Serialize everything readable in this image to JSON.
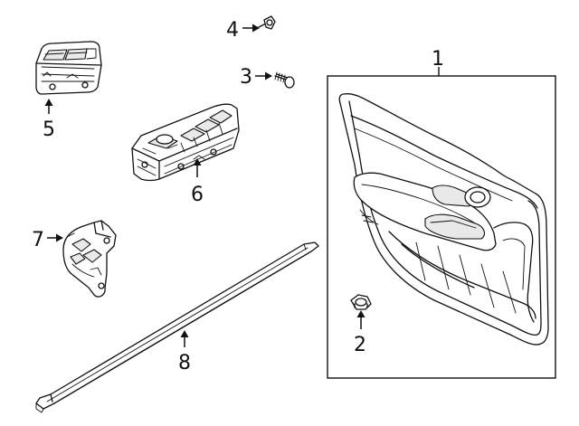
{
  "diagram": {
    "callouts": {
      "part_1": "1",
      "part_2": "2",
      "part_3": "3",
      "part_4": "4",
      "part_5": "5",
      "part_6": "6",
      "part_7": "7",
      "part_8": "8"
    },
    "colors": {
      "line": "#111111",
      "background": "#ffffff"
    }
  }
}
